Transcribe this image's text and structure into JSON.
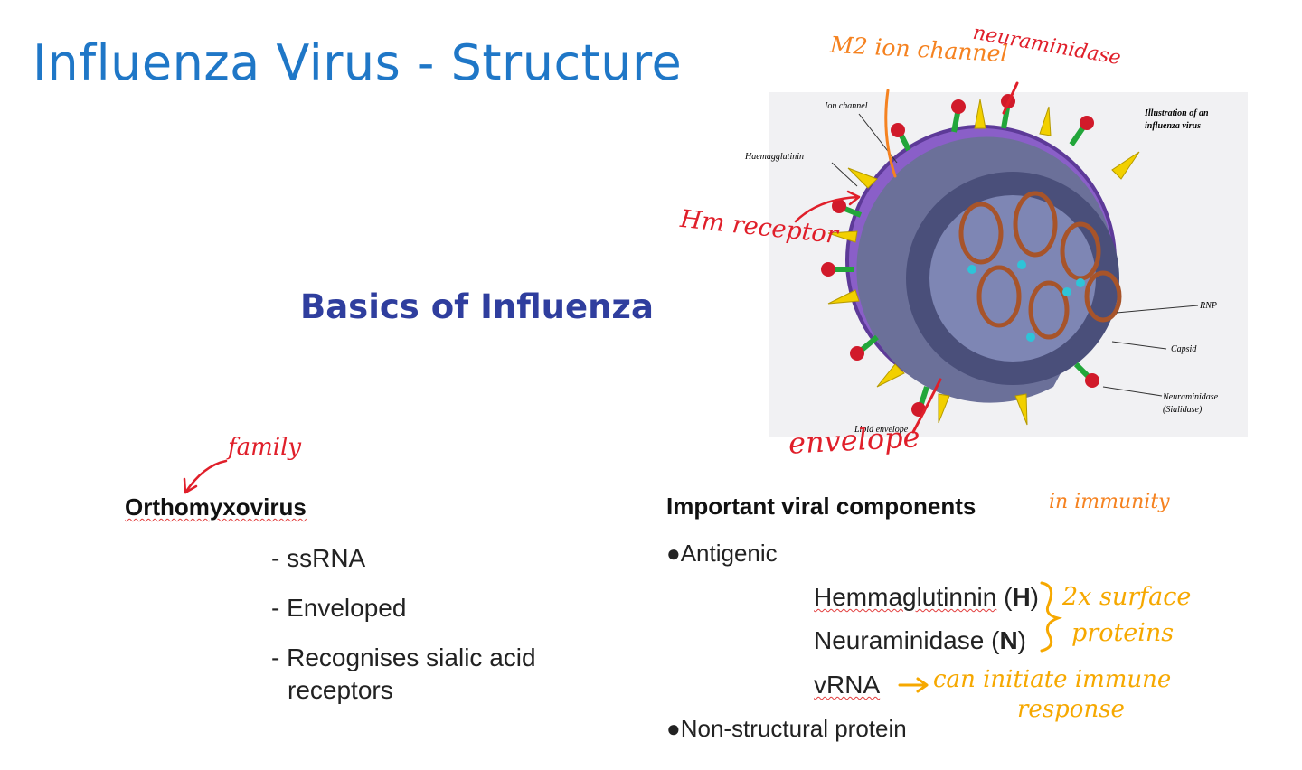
{
  "slide": {
    "title": "Influenza Virus - Structure",
    "subtitle": "Basics of Influenza"
  },
  "left": {
    "heading": "Orthomyxovirus",
    "items": [
      "- ssRNA",
      "- Enveloped",
      "- Recognises sialic acid",
      "receptors"
    ]
  },
  "right": {
    "heading": "Important viral components",
    "bullets": [
      "●Antigenic",
      "●Non-structural protein"
    ],
    "components": {
      "h_name": "Hemmaglutinnin",
      "h_open": "(",
      "h_letter": "H",
      "h_close": ")",
      "n_name": "Neuraminidase",
      "n_open": "(",
      "n_letter": "N",
      "n_close": ")",
      "vrna": "vRNA"
    }
  },
  "figure": {
    "caption": [
      "Illustration of an",
      "influenza virus"
    ],
    "labels": {
      "ion_channel": "Ion channel",
      "haemagglutinin": "Haemagglutinin",
      "rnp": "RNP",
      "capsid": "Capsid",
      "neuraminidase": [
        "Neuraminidase",
        "(Sialidase)"
      ],
      "lipid_envelope": "Lipid envelope"
    }
  },
  "annotations": {
    "m2": "M2 ion channel",
    "neuraminidase": "neuraminidase",
    "hm_receptor": "Hm receptor",
    "envelope": "envelope",
    "family": "family",
    "in_immunity": "in immunity",
    "surface_proteins": [
      "2x surface",
      "proteins"
    ],
    "immune_response": [
      "can initiate immune",
      "response"
    ]
  },
  "colors": {
    "title": "#1f77c7",
    "subtitle": "#2f3e9e",
    "ink_red": "#e01f2a",
    "ink_orange": "#f58220",
    "ink_amber": "#f6a800",
    "virus_envelope": "#8a5fc8",
    "virus_interior": "#4a4f7a"
  }
}
